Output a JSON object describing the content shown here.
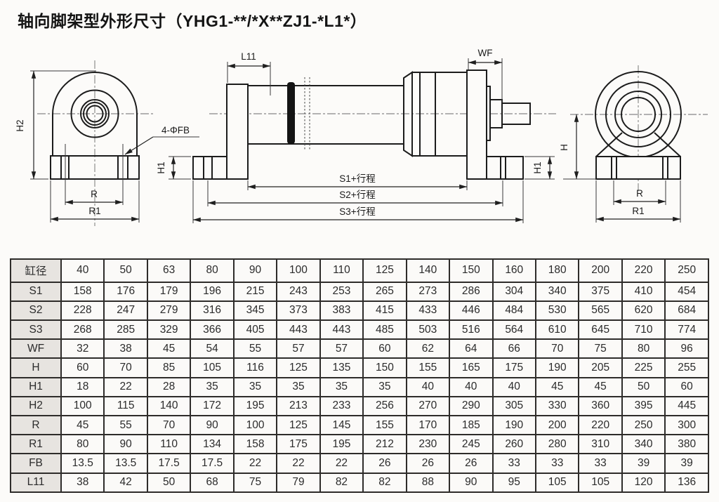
{
  "title": "轴向脚架型外形尺寸（YHG1-**/*X**ZJ1-*L1*）",
  "drawing": {
    "labels": {
      "h2": "H2",
      "r_left": "R",
      "r1_left": "R1",
      "bolt": "4-ΦFB",
      "h1_left": "H1",
      "l11": "L11",
      "wf": "WF",
      "h1_right": "H1",
      "s1": "S1+行程",
      "s2": "S2+行程",
      "s3": "S3+行程",
      "h": "H",
      "r_right": "R",
      "r1_right": "R1"
    }
  },
  "table": {
    "rows": [
      {
        "label": "缸径",
        "values": [
          "40",
          "50",
          "63",
          "80",
          "90",
          "100",
          "110",
          "125",
          "140",
          "150",
          "160",
          "180",
          "200",
          "220",
          "250"
        ]
      },
      {
        "label": "S1",
        "values": [
          "158",
          "176",
          "179",
          "196",
          "215",
          "243",
          "253",
          "265",
          "273",
          "286",
          "304",
          "340",
          "375",
          "410",
          "454"
        ]
      },
      {
        "label": "S2",
        "values": [
          "228",
          "247",
          "279",
          "316",
          "345",
          "373",
          "383",
          "415",
          "433",
          "446",
          "484",
          "530",
          "565",
          "620",
          "684"
        ]
      },
      {
        "label": "S3",
        "values": [
          "268",
          "285",
          "329",
          "366",
          "405",
          "443",
          "443",
          "485",
          "503",
          "516",
          "564",
          "610",
          "645",
          "710",
          "774"
        ]
      },
      {
        "label": "WF",
        "values": [
          "32",
          "38",
          "45",
          "54",
          "55",
          "57",
          "57",
          "60",
          "62",
          "64",
          "66",
          "70",
          "75",
          "80",
          "96"
        ]
      },
      {
        "label": "H",
        "values": [
          "60",
          "70",
          "85",
          "105",
          "116",
          "125",
          "135",
          "150",
          "155",
          "165",
          "175",
          "190",
          "205",
          "225",
          "255"
        ]
      },
      {
        "label": "H1",
        "values": [
          "18",
          "22",
          "28",
          "35",
          "35",
          "35",
          "35",
          "35",
          "40",
          "40",
          "40",
          "45",
          "45",
          "50",
          "60"
        ]
      },
      {
        "label": "H2",
        "values": [
          "100",
          "115",
          "140",
          "172",
          "195",
          "213",
          "233",
          "256",
          "270",
          "290",
          "305",
          "330",
          "360",
          "395",
          "445"
        ]
      },
      {
        "label": "R",
        "values": [
          "45",
          "55",
          "70",
          "90",
          "100",
          "125",
          "145",
          "155",
          "170",
          "185",
          "190",
          "200",
          "220",
          "250",
          "300"
        ]
      },
      {
        "label": "R1",
        "values": [
          "80",
          "90",
          "110",
          "134",
          "158",
          "175",
          "195",
          "212",
          "230",
          "245",
          "260",
          "280",
          "310",
          "340",
          "380"
        ]
      },
      {
        "label": "FB",
        "values": [
          "13.5",
          "13.5",
          "17.5",
          "17.5",
          "22",
          "22",
          "22",
          "26",
          "26",
          "26",
          "33",
          "33",
          "33",
          "39",
          "39"
        ]
      },
      {
        "label": "L11",
        "values": [
          "38",
          "42",
          "50",
          "68",
          "75",
          "79",
          "82",
          "82",
          "88",
          "90",
          "95",
          "105",
          "105",
          "120",
          "136"
        ]
      }
    ]
  },
  "colors": {
    "line": "#1c1c1c",
    "table_border": "#2e2c2a",
    "label_col_bg": "#e7e4e0",
    "page_bg": "#fcfbf9"
  }
}
